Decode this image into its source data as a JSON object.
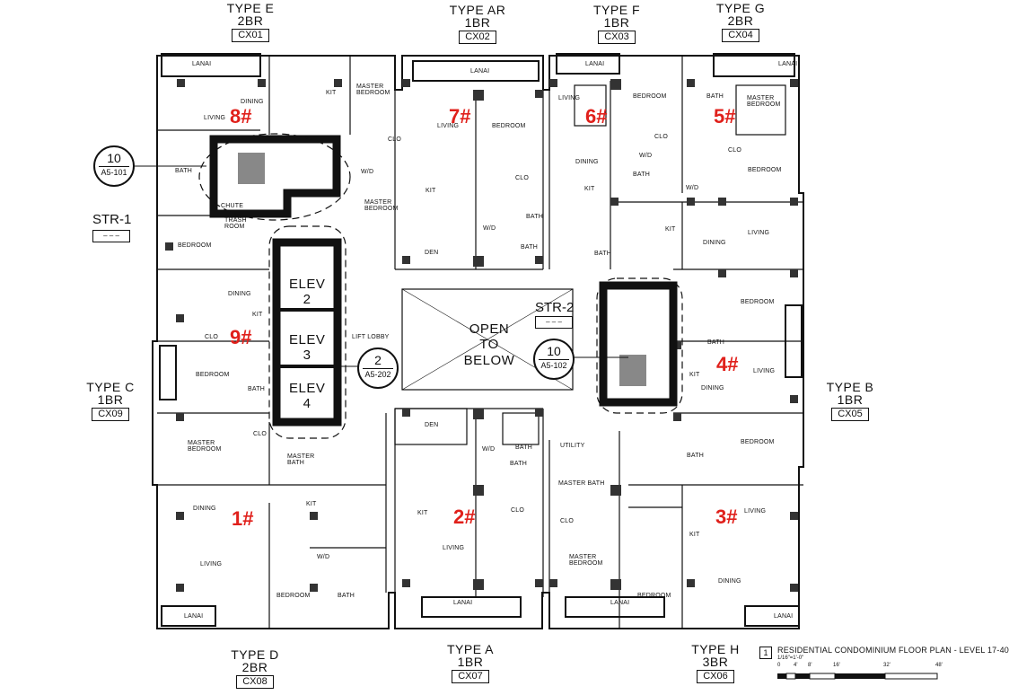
{
  "unit_types": [
    {
      "key": "E",
      "type": "TYPE E",
      "beds": "2BR",
      "code": "CX01"
    },
    {
      "key": "AR",
      "type": "TYPE AR",
      "beds": "1BR",
      "code": "CX02"
    },
    {
      "key": "F",
      "type": "TYPE F",
      "beds": "1BR",
      "code": "CX03"
    },
    {
      "key": "G",
      "type": "TYPE G",
      "beds": "2BR",
      "code": "CX04"
    },
    {
      "key": "C",
      "type": "TYPE C",
      "beds": "1BR",
      "code": "CX09"
    },
    {
      "key": "B",
      "type": "TYPE B",
      "beds": "1BR",
      "code": "CX05"
    },
    {
      "key": "D",
      "type": "TYPE D",
      "beds": "2BR",
      "code": "CX08"
    },
    {
      "key": "A",
      "type": "TYPE A",
      "beds": "1BR",
      "code": "CX07"
    },
    {
      "key": "H",
      "type": "TYPE H",
      "beds": "3BR",
      "code": "CX06"
    }
  ],
  "unit_numbers": [
    "8#",
    "7#",
    "6#",
    "5#",
    "9#",
    "4#",
    "1#",
    "2#",
    "3#"
  ],
  "elevators": [
    "ELEV 2",
    "ELEV 3",
    "ELEV 4"
  ],
  "core": {
    "open_to_below": "OPEN TO BELOW",
    "lift_lobby": "LIFT LOBBY",
    "stair1": "STR-1",
    "stair2": "STR-2",
    "trash_room": "TRASH ROOM",
    "chute": "CHUTE"
  },
  "callouts": [
    {
      "num": "10",
      "sheet": "A5-101"
    },
    {
      "num": "2",
      "sheet": "A5-202"
    },
    {
      "num": "10",
      "sheet": "A5-102"
    }
  ],
  "room_labels": {
    "lanai": "LANAI",
    "kit": "KIT",
    "master_bedroom": "MASTER BEDROOM",
    "bedroom": "BEDROOM",
    "dining": "DINING",
    "living": "LIVING",
    "bath": "BATH",
    "clo": "CLO",
    "wd": "W/D",
    "den": "DEN",
    "master_bath": "MASTER BATH",
    "utility": "UTILITY"
  },
  "title_block": {
    "number": "1",
    "title": "RESIDENTIAL CONDOMINIUM FLOOR PLAN - LEVEL 17-40",
    "scale": "1/16\"=1'-0\"",
    "ticks": [
      "0",
      "4'",
      "8'",
      "16'",
      "32'",
      "48'"
    ]
  }
}
